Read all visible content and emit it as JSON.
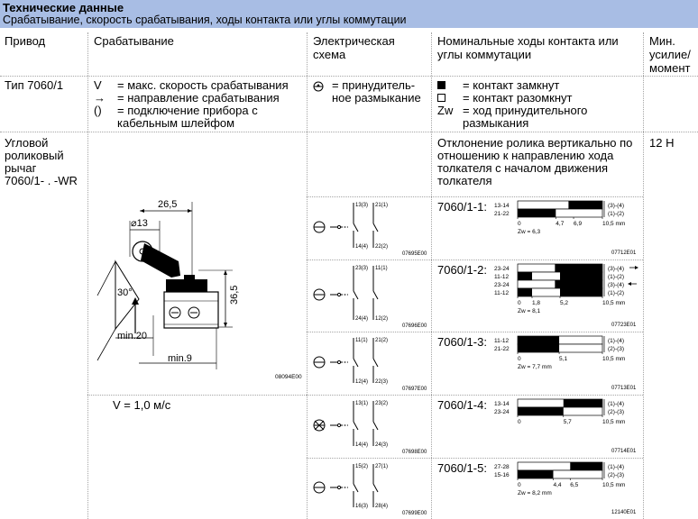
{
  "header": {
    "title": "Технические данные",
    "subtitle": "Срабатывание, скорость срабатывания, ходы контакта или углы коммутации"
  },
  "columns": {
    "drive": "Привод",
    "actuation": "Срабатывание",
    "scheme_line1": "Электрическая",
    "scheme_line2": "схема",
    "travel_line1": "Номинальные ходы контакта или",
    "travel_line2": "углы коммутации",
    "force_line1": "Мин.",
    "force_line2": "усилие/",
    "force_line3": "момент"
  },
  "legend": {
    "type": "Тип 7060/1",
    "v_sym": "V",
    "v_text": "= макс. скорость срабатывания",
    "arrow_sym": "→",
    "arrow_text": "= направление срабатывания",
    "paren_sym": "()",
    "paren_text1": "= подключение прибора с",
    "paren_text2": "кабельным шлейфом",
    "forced_text1": "= принудитель-",
    "forced_text2": "ное размыкание",
    "closed_text": "= контакт замкнут",
    "open_text": "= контакт разомкнут",
    "zw_sym": "Zw",
    "zw_text1": "= ход принудительного",
    "zw_text2": "размыкания"
  },
  "device": {
    "name1": "Угловой",
    "name2": "роликовый",
    "name3": "рычаг",
    "name4": "7060/1- . -WR",
    "desc1": "Отклонение ролика вертикально по",
    "desc2": "отношению к направлению хода",
    "desc3": "толкателя с началом движения",
    "desc4": "толкателя",
    "force": "12 Н",
    "speed": "V = 1,0 м/с"
  },
  "drawing": {
    "dim_width": "26,5",
    "dim_diameter": "⌀13",
    "dim_height": "36,5",
    "dim_angle": "30°",
    "dim_min20": "min.20",
    "dim_min9": "min.9",
    "ref": "08094E00"
  },
  "variants": [
    {
      "label": "7060/1-1:",
      "scheme_ref": "07695E00",
      "chart_ref": "07712E01",
      "zw": "Zw = 6,3",
      "ticks": [
        "0",
        "4,7",
        "6,9",
        "10,5 mm"
      ],
      "rows": [
        {
          "name": "13-14",
          "right": "(3)-(4)"
        },
        {
          "name": "21-22",
          "right": "(1)-(2)"
        }
      ],
      "terms": [
        [
          "13(3)",
          "14(4)"
        ],
        [
          "21(1)",
          "22(2)"
        ]
      ]
    },
    {
      "label": "7060/1-2:",
      "scheme_ref": "07696E00",
      "chart_ref": "07723E01",
      "zw": "Zw = 8,1",
      "ticks": [
        "0",
        "1,8",
        "5,2",
        "10,5 mm"
      ],
      "rows": [
        {
          "name": "23-24",
          "right": "(3)-(4)"
        },
        {
          "name": "11-12",
          "right": "(1)-(2)"
        },
        {
          "name": "23-24",
          "right": "(3)-(4)"
        },
        {
          "name": "11-12",
          "right": "(1)-(2)"
        }
      ],
      "terms": [
        [
          "23(3)",
          "24(4)"
        ],
        [
          "11(1)",
          "12(2)"
        ]
      ]
    },
    {
      "label": "7060/1-3:",
      "scheme_ref": "07697E00",
      "chart_ref": "07713E01",
      "zw": "Zw = 7,7 mm",
      "ticks": [
        "0",
        "5,1",
        "10,5 mm"
      ],
      "rows": [
        {
          "name": "11-12",
          "right": "(1)-(4)"
        },
        {
          "name": "21-22",
          "right": "(2)-(3)"
        }
      ],
      "terms": [
        [
          "11(1)",
          "12(4)"
        ],
        [
          "21(2)",
          "22(3)"
        ]
      ]
    },
    {
      "label": "7060/1-4:",
      "scheme_ref": "07698E00",
      "chart_ref": "07714E01",
      "zw": "",
      "ticks": [
        "0",
        "5,7",
        "10,5 mm"
      ],
      "rows": [
        {
          "name": "13-14",
          "right": "(1)-(4)"
        },
        {
          "name": "23-24",
          "right": "(2)-(3)"
        }
      ],
      "terms": [
        [
          "13(1)",
          "14(4)"
        ],
        [
          "23(2)",
          "24(3)"
        ]
      ]
    },
    {
      "label": "7060/1-5:",
      "scheme_ref": "07699E00",
      "chart_ref": "12140E01",
      "zw": "Zw = 8,2 mm",
      "ticks": [
        "0",
        "4,4",
        "6,5",
        "10,5 mm"
      ],
      "rows": [
        {
          "name": "27-28",
          "right": "(1)-(4)"
        },
        {
          "name": "15-16",
          "right": "(2)-(3)"
        }
      ],
      "terms": [
        [
          "15(2)",
          "16(3)"
        ],
        [
          "27(1)",
          "28(4)"
        ]
      ]
    }
  ]
}
